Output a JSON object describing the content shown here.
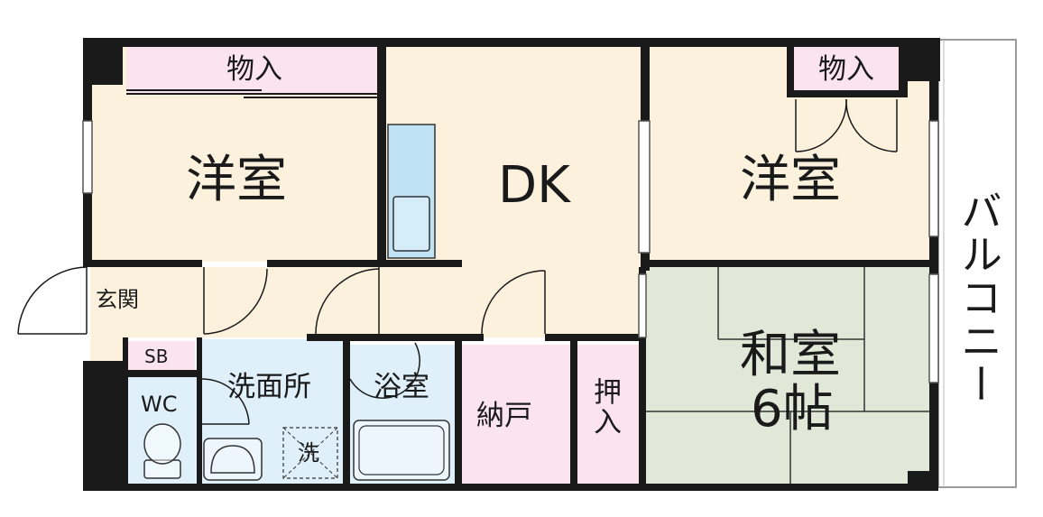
{
  "colors": {
    "wall": "#1a1a1a",
    "western_room": "#fbf1dd",
    "storage": "#fbe4ee",
    "wet_area": "#dff0fb",
    "tatami": "#e2e8d8",
    "counter": "#bfe3f5",
    "balcony_line": "#9a9a9a"
  },
  "rooms": {
    "western_left": {
      "label": "洋室"
    },
    "storage_left": {
      "label": "物入"
    },
    "dk": {
      "label": "DK"
    },
    "western_right": {
      "label": "洋室"
    },
    "storage_right": {
      "label": "物入"
    },
    "balcony": {
      "label": "バルコニー"
    },
    "entrance": {
      "label": "玄関"
    },
    "shoebox": {
      "label": "SB"
    },
    "wc": {
      "label": "WC"
    },
    "washroom": {
      "label": "洗面所"
    },
    "washer": {
      "label": "洗"
    },
    "bath": {
      "label": "浴室"
    },
    "closet": {
      "label": "納戸"
    },
    "oshiire": {
      "label": "押入"
    },
    "japanese": {
      "label": "和室",
      "size": "6帖"
    }
  }
}
